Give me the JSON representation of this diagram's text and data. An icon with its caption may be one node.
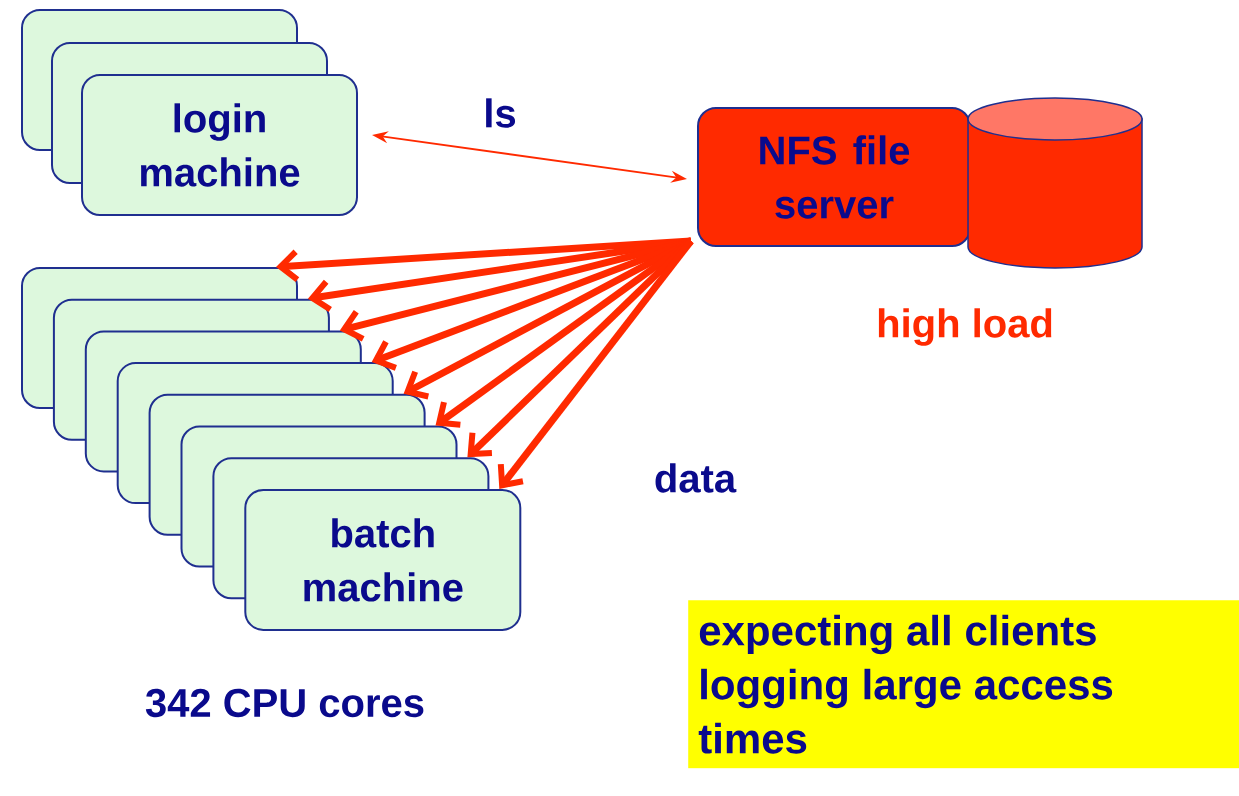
{
  "diagram": {
    "nodes": [
      {
        "text": [],
        "shape": "box"
      },
      {
        "text": [],
        "shape": "box"
      },
      {
        "text": [
          "login machine"
        ]
      },
      {
        "text": [],
        "shape": "box"
      },
      {
        "text": [],
        "shape": "box"
      },
      {
        "text": [],
        "shape": "box"
      },
      {
        "text": [],
        "shape": "box"
      },
      {
        "text": [],
        "shape": "box"
      },
      {
        "text": [],
        "shape": "box"
      },
      {
        "text": [],
        "shape": "box"
      },
      {
        "text": [
          "batch machine"
        ]
      },
      {
        "text": [
          "NFS file server"
        ]
      },
      {
        "text": [],
        "shape": "cylinder"
      },
      {
        "text": [
          "expecting all clients logging large access times"
        ]
      }
    ],
    "edges": [
      {
        "from": 2,
        "to": 11,
        "arrow": "both",
        "label": "ls"
      },
      {
        "from": 11,
        "to": 3,
        "arrow": "to"
      },
      {
        "from": 11,
        "to": 4,
        "arrow": "to"
      },
      {
        "from": 11,
        "to": 5,
        "arrow": "to"
      },
      {
        "from": 11,
        "to": 6,
        "arrow": "to"
      },
      {
        "from": 11,
        "to": 7,
        "arrow": "to"
      },
      {
        "from": 11,
        "to": 8,
        "arrow": "to"
      },
      {
        "from": 11,
        "to": 9,
        "arrow": "to"
      },
      {
        "from": 11,
        "to": 10,
        "arrow": "to"
      }
    ],
    "labels": [
      "high load",
      "data",
      "342 CPU cores"
    ]
  }
}
